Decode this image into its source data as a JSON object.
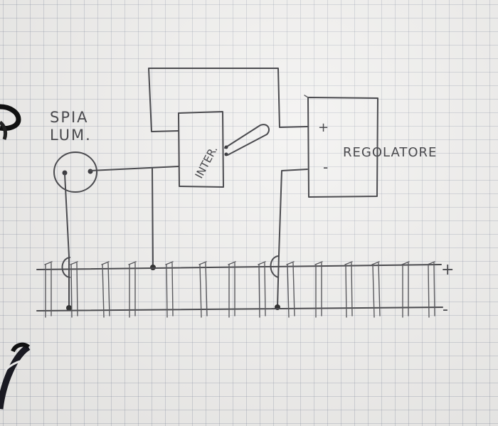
{
  "labels": {
    "lamp_line1": "SPIA",
    "lamp_line2": "LUM.",
    "switch": "INTER.",
    "regulator": "REGOLATORE",
    "reg_plus": "+",
    "reg_minus": "-",
    "bus_plus": "+",
    "bus_minus": "-"
  },
  "terminal_strip": {
    "terminal_count": 14
  }
}
